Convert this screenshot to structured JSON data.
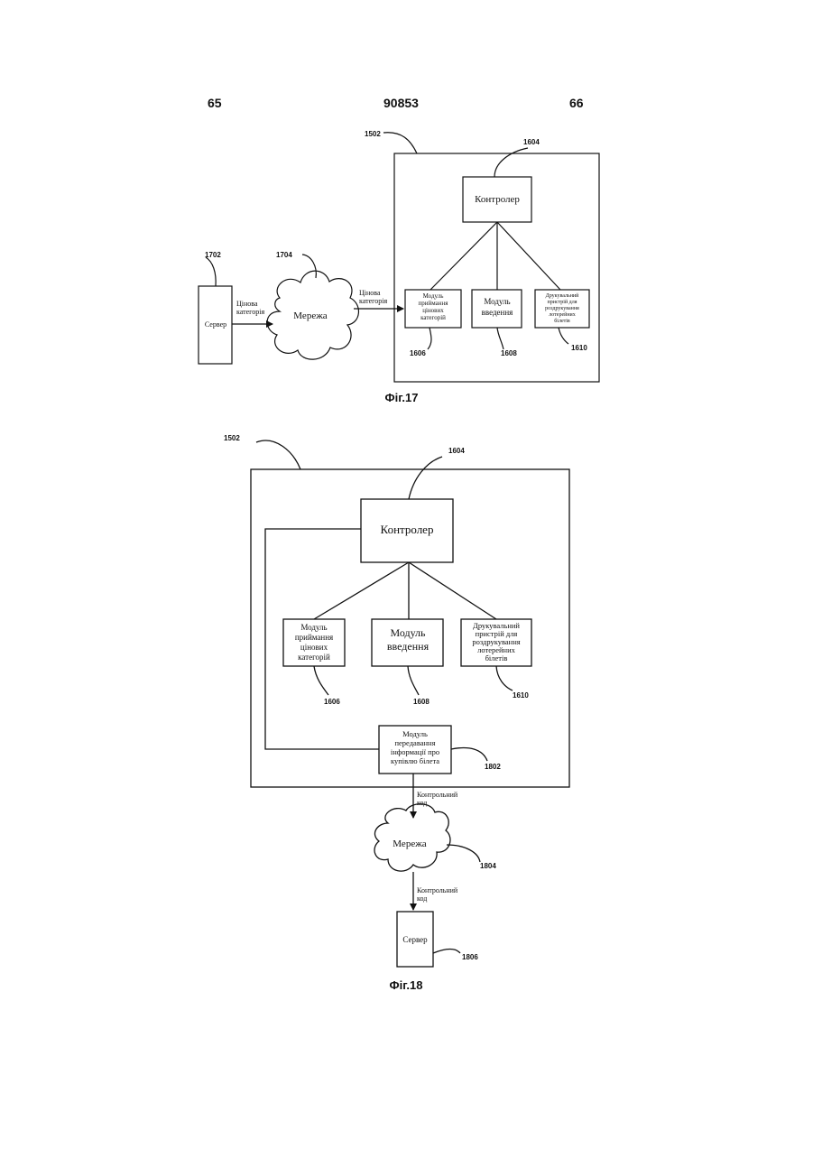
{
  "header": {
    "page_left": "65",
    "patent_number": "90853",
    "page_right": "66"
  },
  "fig17": {
    "caption": "Фіг.17",
    "ref_device": "1502",
    "ref_controller": "1604",
    "ref_server": "1702",
    "ref_network": "1704",
    "ref_price_module": "1606",
    "ref_input_module": "1608",
    "ref_printer": "1610",
    "server_label": "Сервер",
    "network_label": "Мережа",
    "controller_label": "Контролер",
    "price_module_lines": [
      "Модуль",
      "приймання",
      "цінових",
      "категорій"
    ],
    "input_module_lines": [
      "Модуль",
      "введення"
    ],
    "printer_lines": [
      "Друкувальний",
      "пристрій для",
      "роздрукування",
      "лотерейних",
      "білетів"
    ],
    "arrow1_lines": [
      "Цінова",
      "категорія"
    ],
    "arrow2_lines": [
      "Цінова",
      "категорія"
    ]
  },
  "fig18": {
    "caption": "Фіг.18",
    "ref_device": "1502",
    "ref_controller": "1604",
    "ref_price_module": "1606",
    "ref_input_module": "1608",
    "ref_printer": "1610",
    "ref_transfer_module": "1802",
    "ref_network": "1804",
    "ref_server": "1806",
    "controller_label": "Контролер",
    "price_module_lines": [
      "Модуль",
      "приймання",
      "цінових",
      "категорій"
    ],
    "input_module_lines": [
      "Модуль",
      "введення"
    ],
    "printer_lines": [
      "Друкувальний",
      "пристрій для",
      "роздрукування",
      "лотерейних",
      "білетів"
    ],
    "transfer_module_lines": [
      "Модуль",
      "передавання",
      "інформації про",
      "купівлю білета"
    ],
    "network_label": "Мережа",
    "server_label": "Сервер",
    "code_arrow1_lines": [
      "Контрольний",
      "код"
    ],
    "code_arrow2_lines": [
      "Контрольний",
      "код"
    ]
  }
}
